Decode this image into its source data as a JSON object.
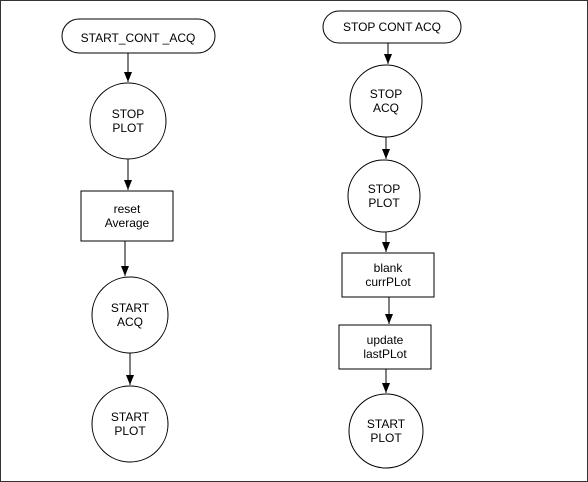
{
  "diagram": {
    "left_flow": {
      "start": "START_CONT _ACQ",
      "steps": [
        {
          "kind": "circle",
          "text": "STOP\nPLOT"
        },
        {
          "kind": "box",
          "text": "reset\nAverage"
        },
        {
          "kind": "circle",
          "text": "START\nACQ"
        },
        {
          "kind": "circle",
          "text": "START\nPLOT"
        }
      ]
    },
    "right_flow": {
      "start": "STOP CONT ACQ",
      "steps": [
        {
          "kind": "circle",
          "text": "STOP\nACQ"
        },
        {
          "kind": "circle",
          "text": "STOP\nPLOT"
        },
        {
          "kind": "box",
          "text": "blank\ncurrPLot"
        },
        {
          "kind": "box",
          "text": "update\nlastPLot"
        },
        {
          "kind": "circle",
          "text": "START\nPLOT"
        }
      ]
    }
  }
}
